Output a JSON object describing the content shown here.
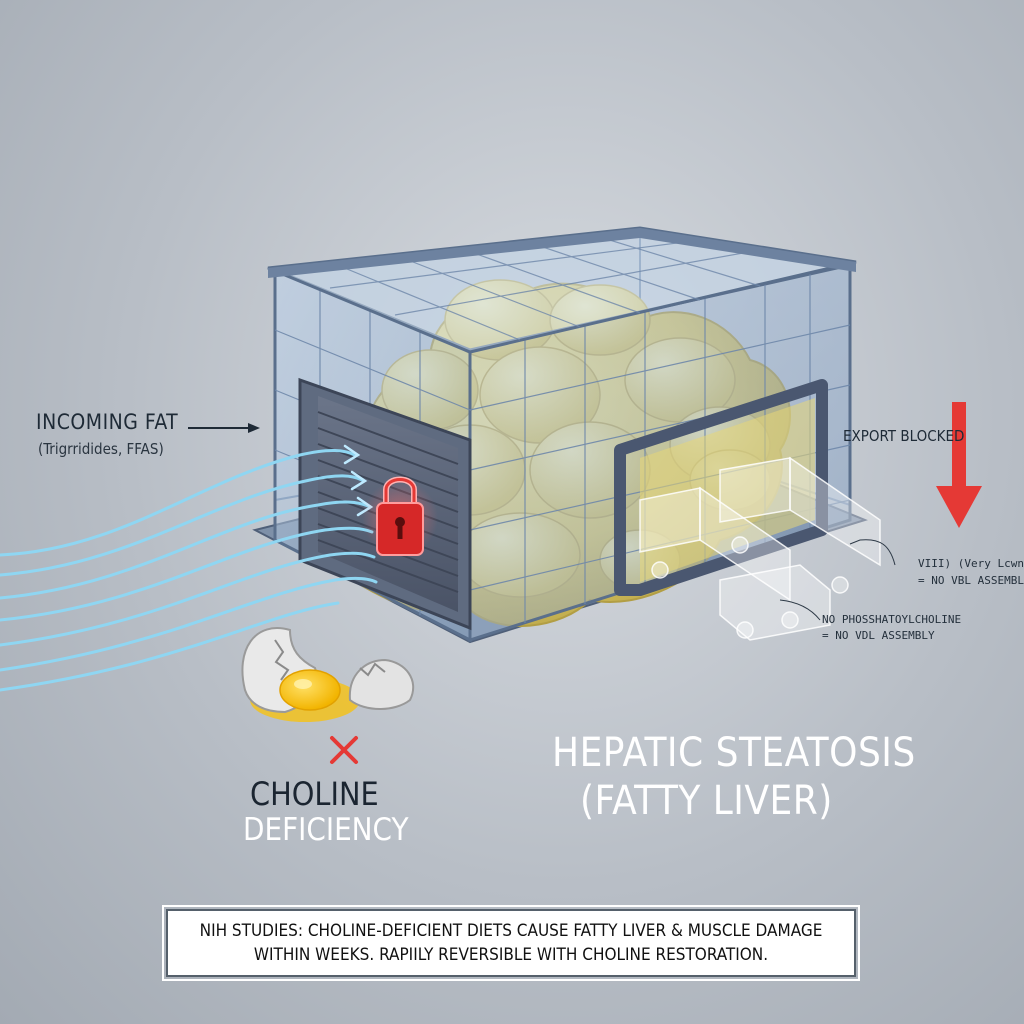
{
  "incoming": {
    "title": "INCOMING FAT",
    "subtitle": "(Trigrridides, FFAS)"
  },
  "export": {
    "label": "EXPORT BLOCKED"
  },
  "vldl_note": {
    "line1": "VIII) (Very Lcwn",
    "line2": "= NO VBL ASSEMBL)"
  },
  "phos_note": {
    "line1": "NO PHOSSHATOYLCHOLINE",
    "line2": "= NO VDL ASSEMBLY"
  },
  "deficiency": {
    "line1": "CHOLINE",
    "line2": "DEFICIENCY"
  },
  "diagnosis": {
    "line1": "HEPATIC STEATOSIS",
    "line2": "(FATTY LIVER)"
  },
  "footnote": {
    "line1": "NIH STUDIES: CHOLINE-DEFICIENT DIETS CAUSE FATTY LIVER & MUSCLE DAMAGE",
    "line2": "WITHIN WEEKS. RAPIILY REVERSIBLE WITH CHOLINE RESTORATION."
  },
  "colors": {
    "fat": "#e8d777",
    "glass": "#a9c2dc",
    "stream": "#8fd6f2",
    "alert": "#e53935",
    "frame": "#5a6f8c"
  },
  "icons": [
    "padlock-icon",
    "down-arrow-icon",
    "cracked-egg-icon",
    "x-mark-icon",
    "truck-icon"
  ]
}
